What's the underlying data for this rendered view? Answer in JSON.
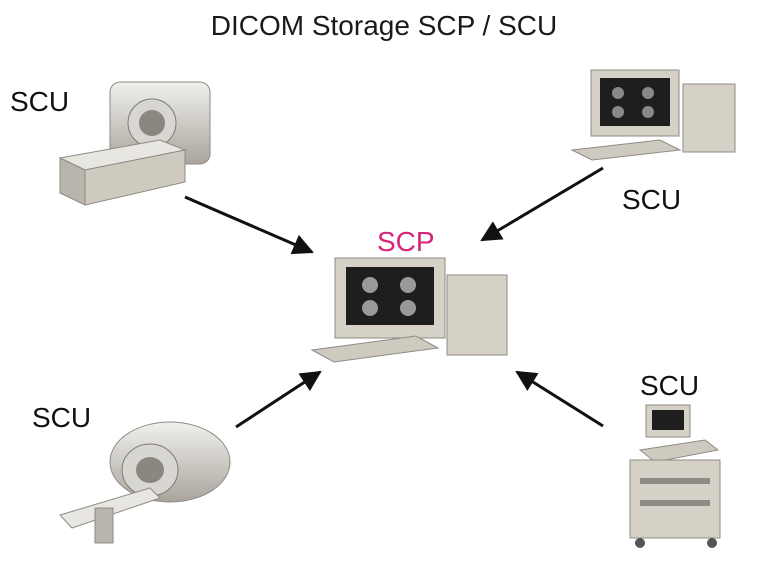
{
  "title": "DICOM Storage SCP / SCU",
  "center": {
    "label": "SCP",
    "label_color": "#d6257a",
    "device": "workstation-icon"
  },
  "nodes": [
    {
      "label": "SCU",
      "device": "ct-scanner-icon"
    },
    {
      "label": "SCU",
      "device": "workstation-icon"
    },
    {
      "label": "SCU",
      "device": "mri-scanner-icon"
    },
    {
      "label": "SCU",
      "device": "ultrasound-cart-icon"
    }
  ],
  "edges": [
    {
      "from": "node-0",
      "to": "center"
    },
    {
      "from": "node-1",
      "to": "center"
    },
    {
      "from": "node-2",
      "to": "center"
    },
    {
      "from": "node-3",
      "to": "center"
    }
  ],
  "colors": {
    "arrow": "#111111",
    "device_body": "#cfcac0",
    "device_shadow": "#8f8b84",
    "screen": "#1e1e1e"
  }
}
